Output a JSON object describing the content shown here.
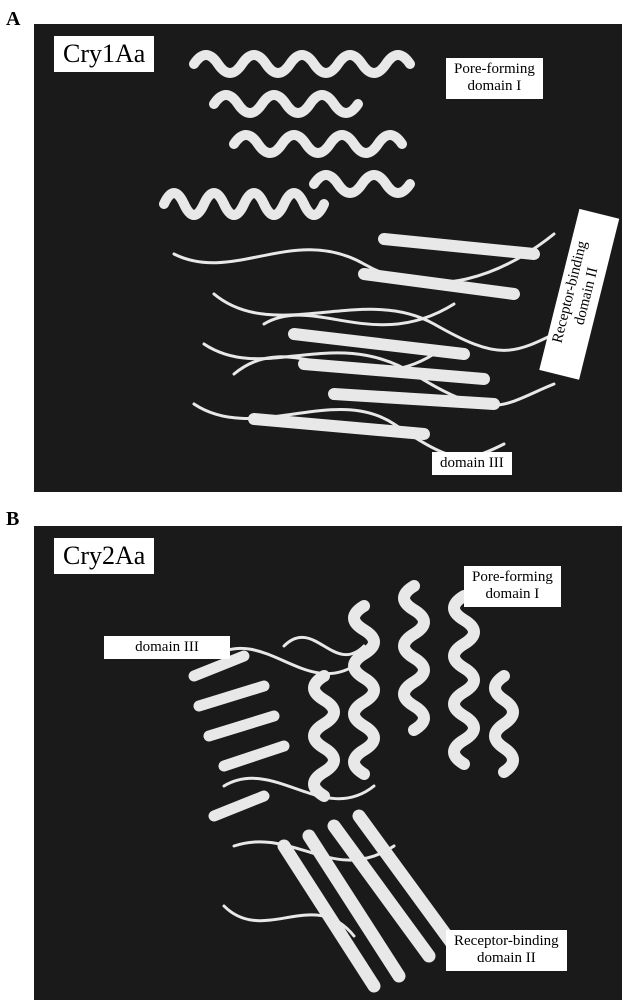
{
  "figure": {
    "panel_a": {
      "letter": "A",
      "title": "Cry1Aa",
      "labels": {
        "pore_forming": [
          "Pore-forming",
          "domain I"
        ],
        "receptor_binding": [
          "Receptor-binding",
          "domain II"
        ],
        "domain3": "domain III"
      }
    },
    "panel_b": {
      "letter": "B",
      "title": "Cry2Aa",
      "labels": {
        "pore_forming": [
          "Pore-forming",
          "domain I"
        ],
        "receptor_binding": [
          "Receptor-binding",
          "domain II"
        ],
        "domain3": "domain III"
      }
    }
  },
  "colors": {
    "background": "#1a1a1a",
    "ribbon": "#e8e8e8",
    "label_bg": "#ffffff"
  }
}
